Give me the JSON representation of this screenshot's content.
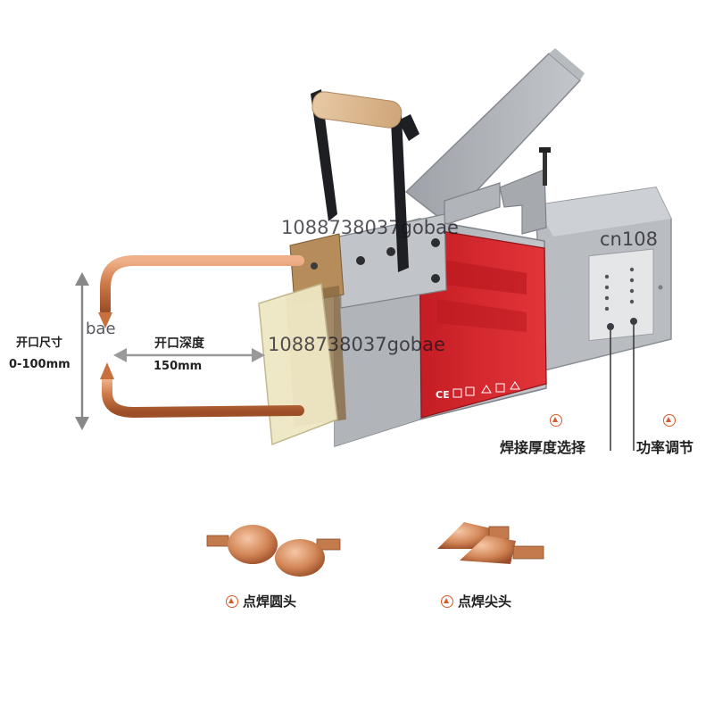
{
  "labels": {
    "opening_size": "开口尺寸",
    "opening_range": "0-100mm",
    "opening_depth": "开口深度",
    "depth_value": "150mm",
    "thickness_select": "焊接厚度选择",
    "power_adjust": "功率调节",
    "round_tip": "点焊圆头",
    "pointed_tip": "点焊尖头"
  },
  "watermarks": {
    "wm_1": "1088738037gobae",
    "wm_2": "cn108",
    "wm_3": "1088738037gobae",
    "wm_4": "bae"
  },
  "panel": {
    "ce_mark": "CE"
  },
  "colors": {
    "body_gray": "#a9adb3",
    "red_panel": "#d2232a",
    "copper": "#c8703e",
    "accent_orange": "#d65a2a"
  }
}
